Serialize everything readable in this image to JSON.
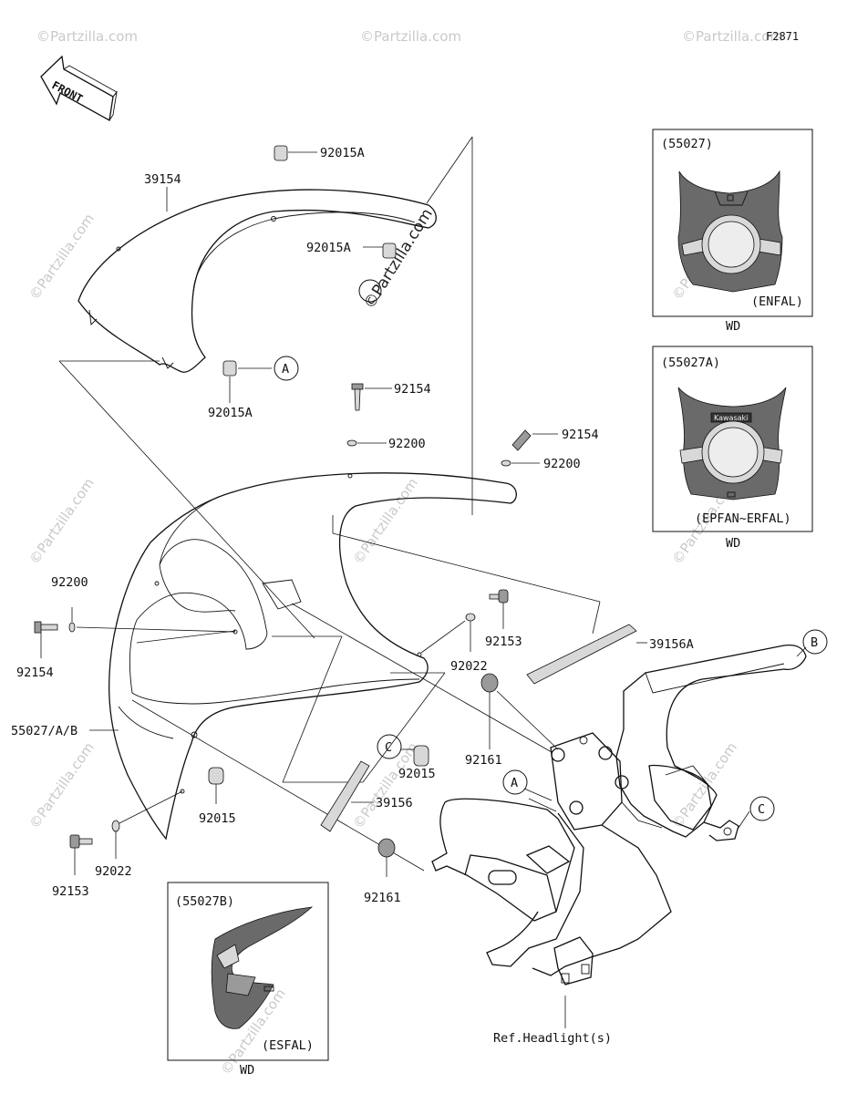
{
  "figure_code": "F2871",
  "front_label": "FRONT",
  "watermark": "©Partzilla.com",
  "callouts": [
    "A",
    "B",
    "C"
  ],
  "part_labels": {
    "p39154": "39154",
    "p92015A_top": "92015A",
    "p92015A_mid": "92015A",
    "p92015A_low": "92015A",
    "p92154_a": "92154",
    "p92200_a": "92200",
    "p92154_b": "92154",
    "p92200_b": "92200",
    "p92200_left": "92200",
    "p92154_left": "92154",
    "p92153_right": "92153",
    "p92022_right": "92022",
    "p39156A": "39156A",
    "p55027AB": "55027/A/B",
    "p92161_upper": "92161",
    "p92015_c": "92015",
    "p92015_low": "92015",
    "p39156": "39156",
    "p92022_low": "92022",
    "p92153_low": "92153",
    "p92161_lower": "92161",
    "ref_headlight": "Ref.Headlight(s)"
  },
  "variant_boxes": [
    {
      "part": "(55027)",
      "model": "(ENFAL)",
      "note": "WD"
    },
    {
      "part": "(55027A)",
      "model": "(EPFAN~ERFAL)",
      "note": "WD",
      "badge": "Kawasaki"
    },
    {
      "part": "(55027B)",
      "model": "(ESFAL)",
      "note": "WD"
    }
  ]
}
